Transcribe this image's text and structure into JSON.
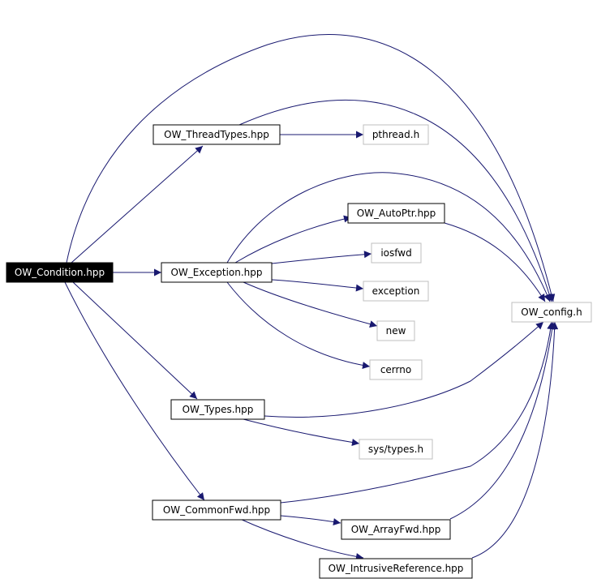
{
  "colors": {
    "edge": "#191970",
    "root_fill": "#000000",
    "root_text": "#ffffff",
    "node_border": "#000000",
    "external_border": "#bfbfbf",
    "background": "#ffffff"
  },
  "nodes": {
    "condition": {
      "label": "OW_Condition.hpp"
    },
    "threadtypes": {
      "label": "OW_ThreadTypes.hpp"
    },
    "pthread": {
      "label": "pthread.h"
    },
    "exception": {
      "label": "OW_Exception.hpp"
    },
    "autoptr": {
      "label": "OW_AutoPtr.hpp"
    },
    "iosfwd": {
      "label": "iosfwd"
    },
    "std_exception": {
      "label": "exception"
    },
    "new": {
      "label": "new"
    },
    "cerrno": {
      "label": "cerrno"
    },
    "config": {
      "label": "OW_config.h"
    },
    "types": {
      "label": "OW_Types.hpp"
    },
    "systypes": {
      "label": "sys/types.h"
    },
    "commonfwd": {
      "label": "OW_CommonFwd.hpp"
    },
    "arrayfwd": {
      "label": "OW_ArrayFwd.hpp"
    },
    "intrusiveref": {
      "label": "OW_IntrusiveReference.hpp"
    }
  }
}
